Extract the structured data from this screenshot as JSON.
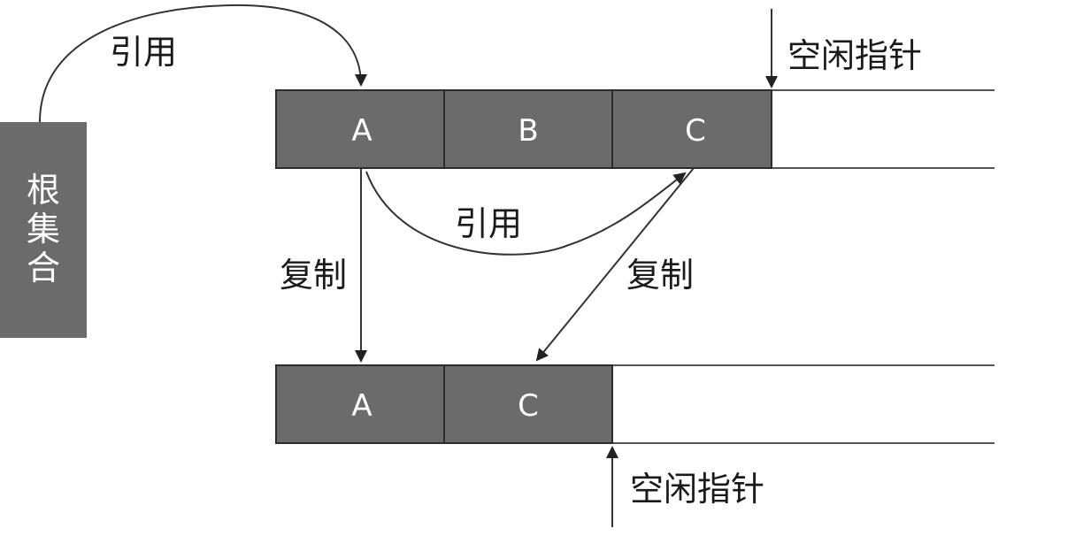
{
  "root_set": {
    "label_chars": [
      "根",
      "集",
      "合"
    ]
  },
  "from_space": {
    "cells": [
      "A",
      "B",
      "C"
    ],
    "free_pointer_label": "空闲指针"
  },
  "to_space": {
    "cells": [
      "A",
      "C"
    ],
    "free_pointer_label": "空闲指针"
  },
  "edges": {
    "root_ref_label": "引用",
    "a_to_c_ref_label": "引用",
    "copy_a_label": "复制",
    "copy_c_label": "复制"
  },
  "colors": {
    "cell_fill": "#6b6b6b",
    "root_fill": "#6b6b6b",
    "line": "#333333"
  }
}
